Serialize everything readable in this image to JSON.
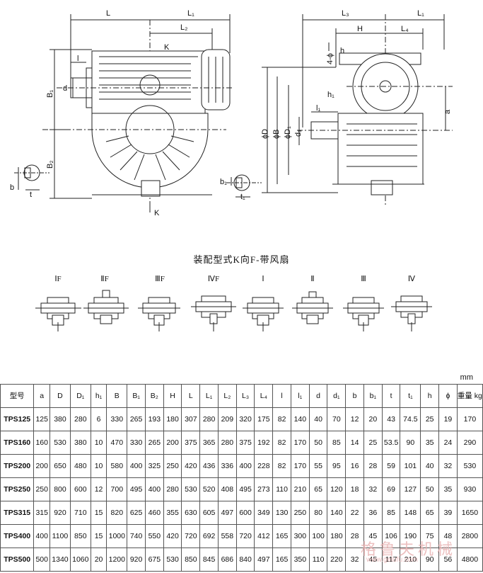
{
  "dims_left": {
    "L": "L",
    "L1": "L₁",
    "L2": "L₂",
    "K_top": "K",
    "K_bottom": "K",
    "l": "l",
    "d": "d",
    "B1": "B₁",
    "B2": "B₂",
    "b": "b",
    "t": "t",
    "b1": "b₁",
    "t1": "t₁"
  },
  "dims_right": {
    "L3": "L₃",
    "L1": "L₁",
    "H": "H",
    "L4": "L₄",
    "h": "h",
    "phi": "4-ϕ",
    "h1": "h₁",
    "l1": "l₁",
    "D": "ϕD",
    "B": "ϕB",
    "D1": "ϕD₁",
    "d1": "d₁",
    "a": "a"
  },
  "caption": "装配型式K向F-带风扇",
  "variants": [
    "ⅠF",
    "ⅡF",
    "ⅢF",
    "ⅣF",
    "Ⅰ",
    "Ⅱ",
    "Ⅲ",
    "Ⅳ"
  ],
  "unit": "mm",
  "table": {
    "headers": [
      "型号",
      "a",
      "D",
      "D₁",
      "h₁",
      "B",
      "B₁",
      "B₂",
      "H",
      "L",
      "L₁",
      "L₂",
      "L₃",
      "L₄",
      "l",
      "l₁",
      "d",
      "d₁",
      "b",
      "b₁",
      "t",
      "t₁",
      "h",
      "ϕ",
      "重量 kg"
    ],
    "rows": [
      [
        "TPS125",
        "125",
        "380",
        "280",
        "6",
        "330",
        "265",
        "193",
        "180",
        "307",
        "280",
        "209",
        "320",
        "175",
        "82",
        "140",
        "40",
        "70",
        "12",
        "20",
        "43",
        "74.5",
        "25",
        "19",
        "170"
      ],
      [
        "TPS160",
        "160",
        "530",
        "380",
        "10",
        "470",
        "330",
        "265",
        "200",
        "375",
        "365",
        "280",
        "375",
        "192",
        "82",
        "170",
        "50",
        "85",
        "14",
        "25",
        "53.5",
        "90",
        "35",
        "24",
        "290"
      ],
      [
        "TPS200",
        "200",
        "650",
        "480",
        "10",
        "580",
        "400",
        "325",
        "250",
        "420",
        "436",
        "336",
        "400",
        "228",
        "82",
        "170",
        "55",
        "95",
        "16",
        "28",
        "59",
        "101",
        "40",
        "32",
        "530"
      ],
      [
        "TPS250",
        "250",
        "800",
        "600",
        "12",
        "700",
        "495",
        "400",
        "280",
        "530",
        "520",
        "408",
        "495",
        "273",
        "110",
        "210",
        "65",
        "120",
        "18",
        "32",
        "69",
        "127",
        "50",
        "35",
        "930"
      ],
      [
        "TPS315",
        "315",
        "920",
        "710",
        "15",
        "820",
        "625",
        "460",
        "355",
        "630",
        "605",
        "497",
        "600",
        "349",
        "130",
        "250",
        "80",
        "140",
        "22",
        "36",
        "85",
        "148",
        "65",
        "39",
        "1650"
      ],
      [
        "TPS400",
        "400",
        "1100",
        "850",
        "15",
        "1000",
        "740",
        "550",
        "420",
        "720",
        "692",
        "558",
        "720",
        "412",
        "165",
        "300",
        "100",
        "180",
        "28",
        "45",
        "106",
        "190",
        "75",
        "48",
        "2800"
      ],
      [
        "TPS500",
        "500",
        "1340",
        "1060",
        "20",
        "1200",
        "920",
        "675",
        "530",
        "850",
        "845",
        "686",
        "840",
        "497",
        "165",
        "350",
        "110",
        "220",
        "32",
        "45",
        "117",
        "210",
        "90",
        "56",
        "4800"
      ]
    ]
  },
  "watermark": {
    "text": "格鲁夫机械",
    "sub": "www.gelufu.com"
  }
}
